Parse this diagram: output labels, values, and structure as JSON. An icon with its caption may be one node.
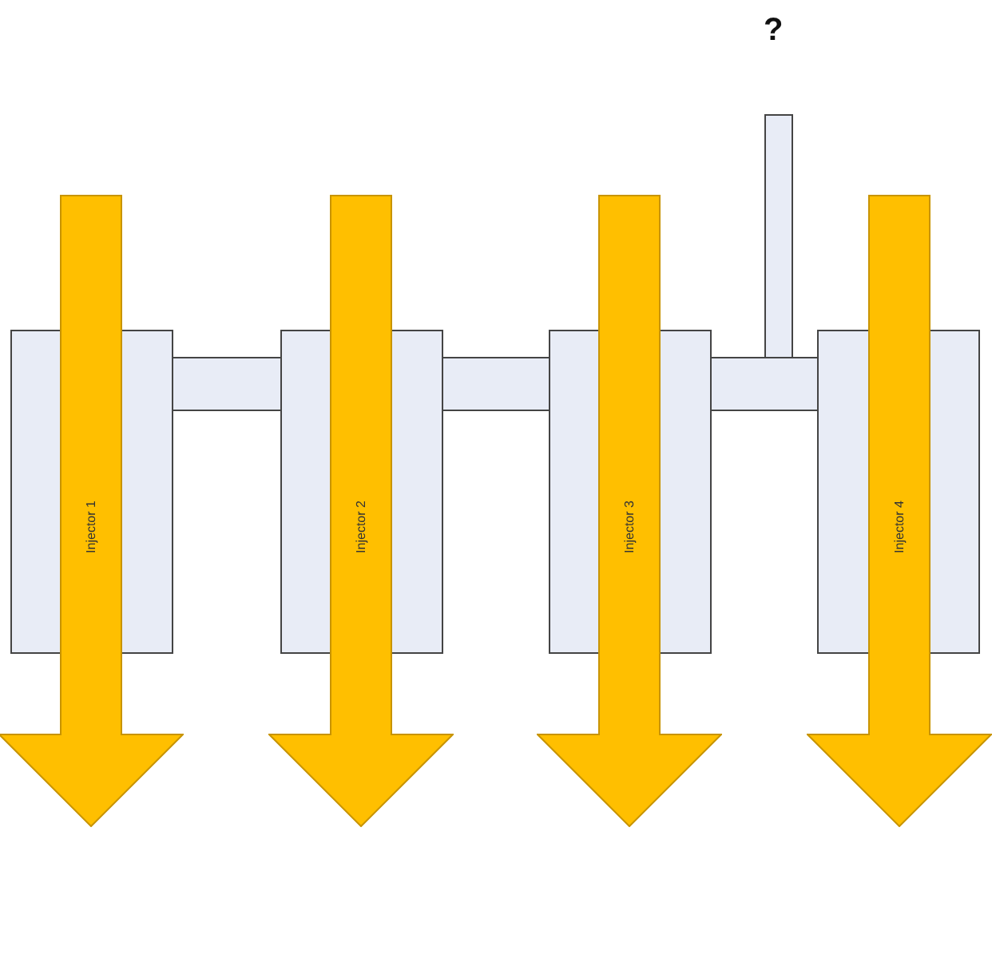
{
  "diagram": {
    "nodes": [
      {
        "text": [
          "Injector 1"
        ]
      },
      {
        "text": [
          "Injector 2"
        ]
      },
      {
        "text": [
          "Injector 3"
        ]
      },
      {
        "text": [
          "Injector 4"
        ]
      }
    ],
    "labels": [
      "?"
    ]
  }
}
